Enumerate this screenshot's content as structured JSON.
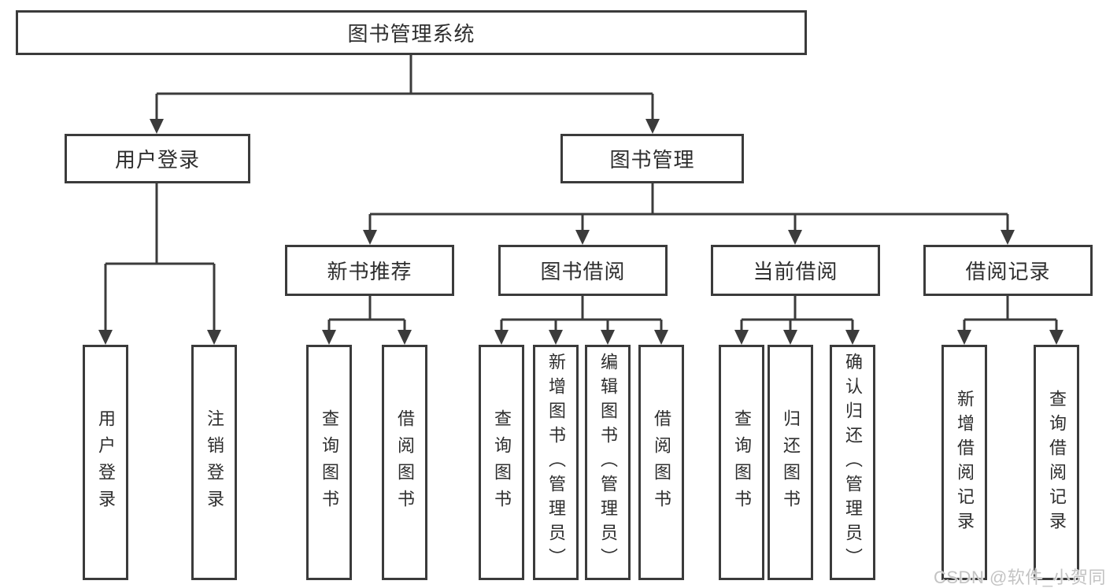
{
  "tree": {
    "root": {
      "label": "图书管理系统"
    },
    "login": {
      "label": "用户登录",
      "children": [
        {
          "label": "用户登录"
        },
        {
          "label": "注销登录"
        }
      ]
    },
    "management": {
      "label": "图书管理",
      "sections": [
        {
          "label": "新书推荐",
          "children": [
            {
              "label": "查询图书"
            },
            {
              "label": "借阅图书"
            }
          ]
        },
        {
          "label": "图书借阅",
          "children": [
            {
              "label": "查询图书"
            },
            {
              "label": "新增图书（管理员）"
            },
            {
              "label": "编辑图书（管理员）"
            },
            {
              "label": "借阅图书"
            }
          ]
        },
        {
          "label": "当前借阅",
          "children": [
            {
              "label": "查询图书"
            },
            {
              "label": "归还图书"
            },
            {
              "label": "确认归还（管理员）"
            }
          ]
        },
        {
          "label": "借阅记录",
          "children": [
            {
              "label": "新增借阅记录"
            },
            {
              "label": "查询借阅记录"
            }
          ]
        }
      ]
    }
  },
  "watermark": {
    "text": "CSDN @软件_小贺同学"
  },
  "colors": {
    "line": "#3b3b3b",
    "box_border": "#3b3b3b",
    "text": "#2e2e2e",
    "watermark": "#c3c3c3",
    "background": "#ffffff"
  }
}
